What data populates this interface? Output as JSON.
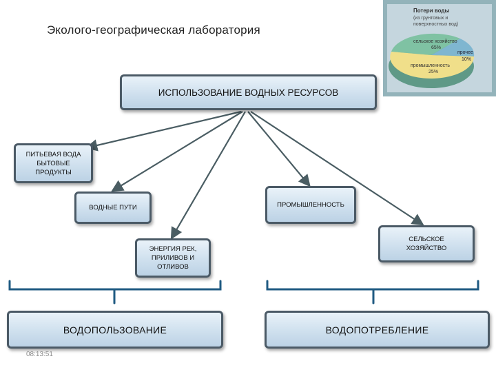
{
  "title": "Эколого-географическая лаборатория",
  "main_box": "ИСПОЛЬЗОВАНИЕ ВОДНЫХ РЕСУРСОВ",
  "nodes": {
    "drinking": "ПИТЬЕВАЯ ВОДА\nБЫТОВЫЕ\nПРОДУКТЫ",
    "waterways": "ВОДНЫЕ ПУТИ",
    "industry": "ПРОМЫШЛЕННОСТЬ",
    "energy": "ЭНЕРГИЯ РЕК,\nПРИЛИВОВ И\nОТЛИВОВ",
    "agriculture": "СЕЛЬСКОЕ\nХОЗЯЙСТВО"
  },
  "groups": {
    "left": "ВОДОПОЛЬЗОВАНИЕ",
    "right": "ВОДОПОТРЕБЛЕНИЕ"
  },
  "timestamp": "08:13:51",
  "inset_chart": {
    "title_lines": [
      "Потери воды",
      "(из грунтовых и",
      "поверхностных вод)"
    ],
    "labels": {
      "agriculture": "сельское хозяйство",
      "agriculture_pct": "65%",
      "other": "прочее",
      "other_pct": "10%",
      "industry": "промышленность",
      "industry_pct": "25%"
    }
  },
  "colors": {
    "box_border": "#4b5a66",
    "arrow": "#4a5d63",
    "pie_agriculture": "#7fc2a3",
    "pie_other": "#7fb6d0",
    "pie_industry": "#f0df8a"
  }
}
